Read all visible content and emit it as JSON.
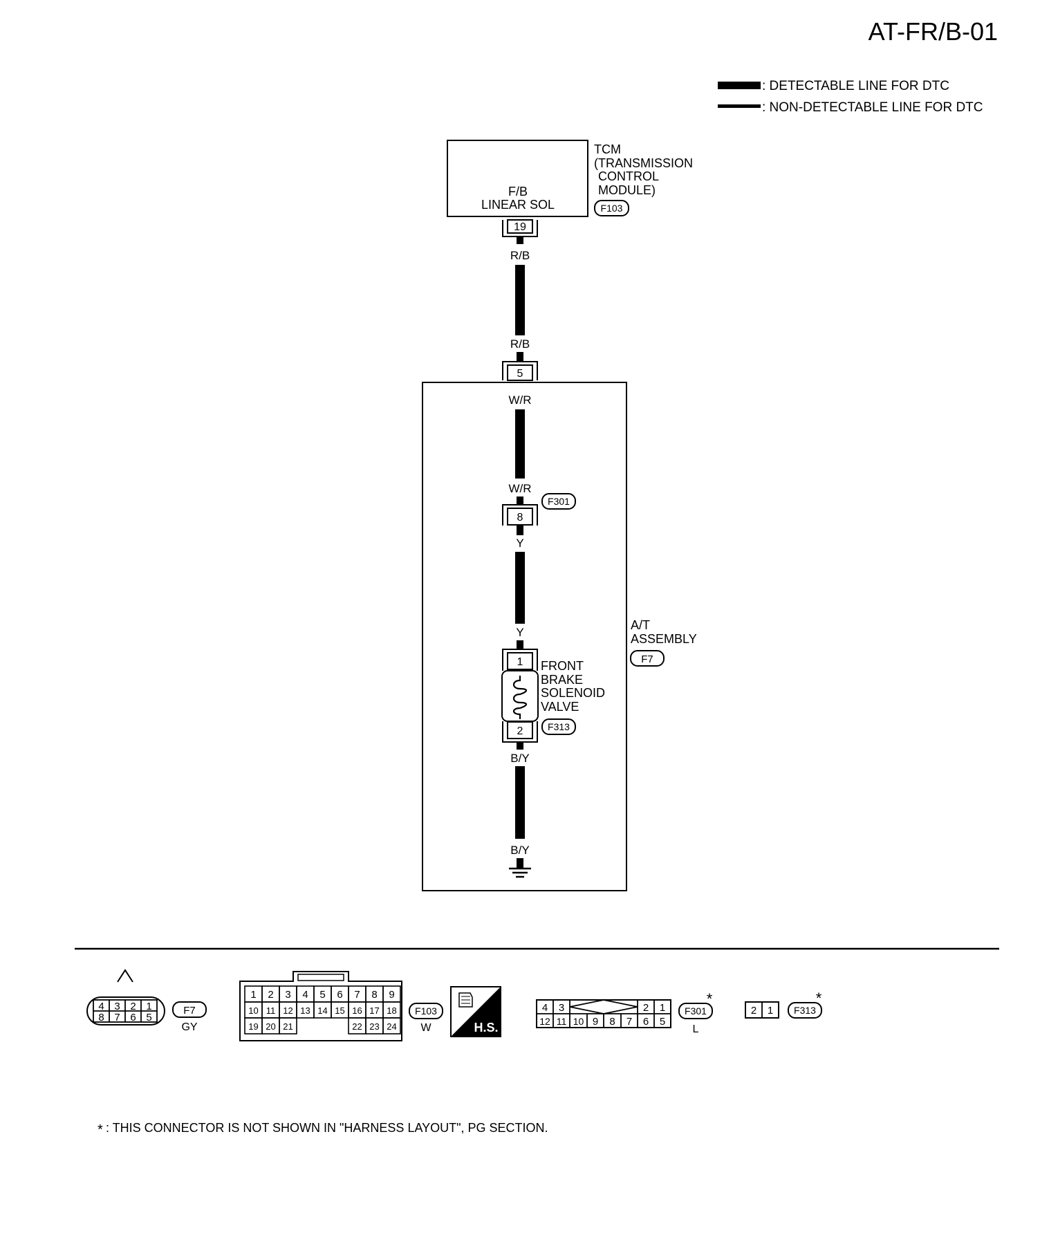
{
  "page_title": "AT-FR/B-01",
  "legend": {
    "detectable": ": DETECTABLE LINE FOR DTC",
    "non_detectable": ": NON-DETECTABLE LINE FOR DTC"
  },
  "tcm": {
    "label_lines": [
      "TCM",
      "(TRANSMISSION",
      "CONTROL",
      "MODULE)"
    ],
    "connector": "F103",
    "internal_lines": [
      "F/B",
      "LINEAR SOL"
    ],
    "pin": "19"
  },
  "wires": {
    "tcm_out": "R/B",
    "harness_in": "R/B",
    "harness_out": "W/R",
    "f301_in": "W/R",
    "f301_out": "Y",
    "solenoid_in": "Y",
    "solenoid_out": "B/Y",
    "ground_wire": "B/Y"
  },
  "harness_pin": "5",
  "f301": {
    "connector": "F301",
    "pin": "8"
  },
  "at_assembly": {
    "label_lines": [
      "A/T",
      "ASSEMBLY"
    ],
    "connector": "F7"
  },
  "solenoid": {
    "label_lines": [
      "FRONT",
      "BRAKE",
      "SOLENOID",
      "VALVE"
    ],
    "connector": "F313",
    "pin_top": "1",
    "pin_bottom": "2"
  },
  "connectors": {
    "f7": {
      "id": "F7",
      "color": "GY",
      "top_pins": [
        "4",
        "3",
        "2",
        "1"
      ],
      "bottom_pins": [
        "8",
        "7",
        "6",
        "5"
      ]
    },
    "f103": {
      "id": "F103",
      "color": "W",
      "row1": [
        "1",
        "2",
        "3",
        "4",
        "5",
        "6",
        "7",
        "8",
        "9"
      ],
      "row2": [
        "10",
        "11",
        "12",
        "13",
        "14",
        "15",
        "16",
        "17",
        "18"
      ],
      "row3_left": [
        "19",
        "20",
        "21"
      ],
      "row3_right": [
        "22",
        "23",
        "24"
      ]
    },
    "hs": {
      "label": "H.S."
    },
    "f301": {
      "id": "F301",
      "color": "L",
      "star": "*",
      "top_left": [
        "4",
        "3"
      ],
      "top_right": [
        "2",
        "1"
      ],
      "bottom": [
        "12",
        "11",
        "10",
        "9",
        "8",
        "7",
        "6",
        "5"
      ]
    },
    "f313": {
      "id": "F313",
      "star": "*",
      "pins": [
        "2",
        "1"
      ]
    }
  },
  "footnote": {
    "star": "*",
    "text": ": THIS CONNECTOR IS NOT SHOWN IN \"HARNESS LAYOUT\", PG SECTION."
  }
}
